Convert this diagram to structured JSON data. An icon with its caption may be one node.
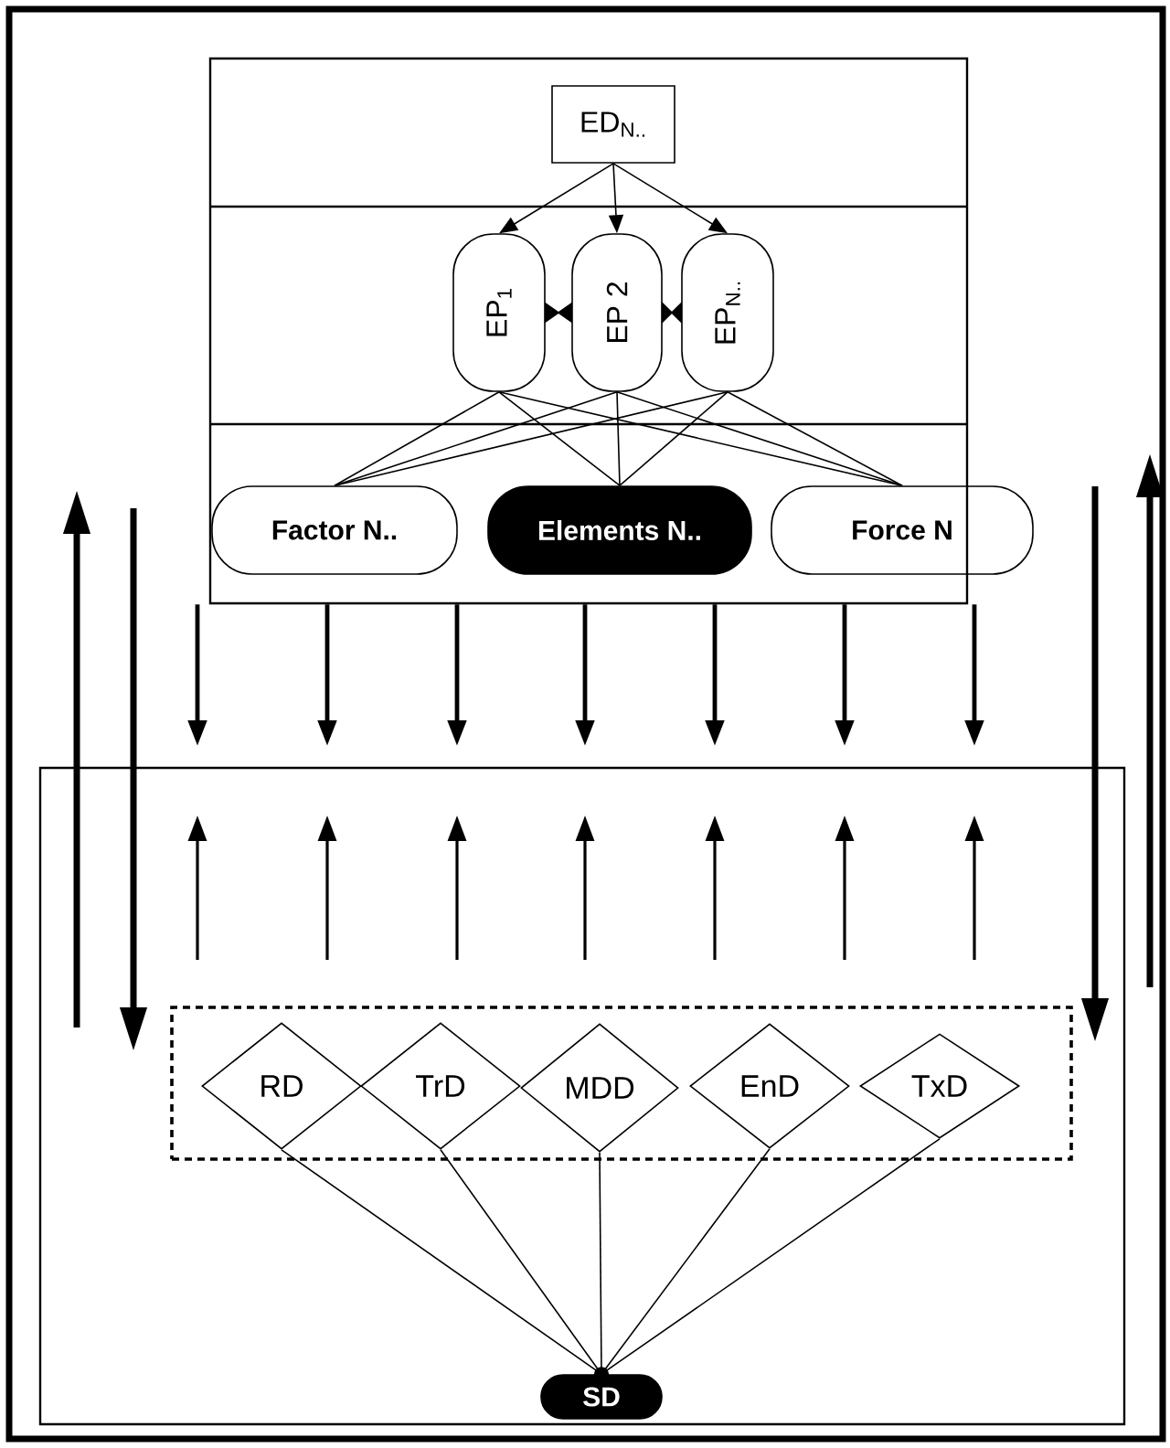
{
  "diagram": {
    "nodes": [
      {
        "text": [],
        "shape": "box"
      },
      {
        "text": [
          "ED$_{N..}$"
        ],
        "in": 0
      },
      {
        "text": [
          "EP$_{1}$"
        ],
        "in": 0
      },
      {
        "text": [
          "EP 2"
        ],
        "in": 0
      },
      {
        "text": [
          "EP$_{N..}$"
        ],
        "in": 0
      },
      {
        "text": [
          "Factor N.."
        ],
        "in": 0
      },
      {
        "text": [
          "Elements N.."
        ],
        "in": 0
      },
      {
        "text": [
          "Force N"
        ]
      },
      {
        "text": [],
        "shape": "box"
      },
      {
        "text": [],
        "shape": "box",
        "in": 8
      },
      {
        "text": [
          "RD"
        ],
        "in": 9
      },
      {
        "text": [
          "TrD"
        ],
        "in": 9
      },
      {
        "text": [
          "MDD"
        ],
        "in": 9
      },
      {
        "text": [
          "EnD"
        ],
        "in": 9
      },
      {
        "text": [
          "TxD"
        ],
        "in": 9
      },
      {
        "text": [
          "SD"
        ],
        "in": 8
      }
    ],
    "edges": [
      {
        "from": 1,
        "to": 2,
        "arrow": "to"
      },
      {
        "from": 1,
        "to": 3,
        "arrow": "to"
      },
      {
        "from": 1,
        "to": 4,
        "arrow": "to"
      },
      {
        "from": 2,
        "to": 3,
        "arrow": "other"
      },
      {
        "from": 3,
        "to": 4,
        "arrow": "other"
      },
      {
        "from": 2,
        "to": 5,
        "arrow": "none"
      },
      {
        "from": 2,
        "to": 6,
        "arrow": "none"
      },
      {
        "from": 2,
        "to": 7,
        "arrow": "none"
      },
      {
        "from": 3,
        "to": 5,
        "arrow": "none"
      },
      {
        "from": 3,
        "to": 6,
        "arrow": "none"
      },
      {
        "from": 3,
        "to": 7,
        "arrow": "none"
      },
      {
        "from": 4,
        "to": 5,
        "arrow": "none"
      },
      {
        "from": 4,
        "to": 6,
        "arrow": "none"
      },
      {
        "from": 4,
        "to": 7,
        "arrow": "none"
      },
      {
        "from": 0,
        "to": null,
        "arrow": "to",
        "style": "thick"
      },
      {
        "from": 0,
        "to": null,
        "arrow": "to",
        "style": "thick"
      },
      {
        "from": 0,
        "to": null,
        "arrow": "to",
        "style": "thick"
      },
      {
        "from": 0,
        "to": null,
        "arrow": "to",
        "style": "thick"
      },
      {
        "from": 0,
        "to": null,
        "arrow": "to",
        "style": "thick"
      },
      {
        "from": 0,
        "to": null,
        "arrow": "to",
        "style": "thick"
      },
      {
        "from": 0,
        "to": null,
        "arrow": "to",
        "style": "thick"
      },
      {
        "from": 10,
        "to": 15,
        "arrow": "none"
      },
      {
        "from": 11,
        "to": 15,
        "arrow": "none"
      },
      {
        "from": 12,
        "to": 15,
        "arrow": "none"
      },
      {
        "from": 13,
        "to": 15,
        "arrow": "none"
      },
      {
        "from": 14,
        "to": 15,
        "arrow": "none"
      }
    ]
  }
}
